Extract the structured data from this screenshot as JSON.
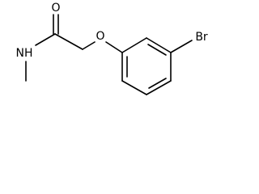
{
  "molecule": {
    "atoms": {
      "carbonyl_oxygen": "O",
      "amide_nitrogen": "NH",
      "ether_oxygen": "O",
      "bromine": "Br"
    }
  }
}
